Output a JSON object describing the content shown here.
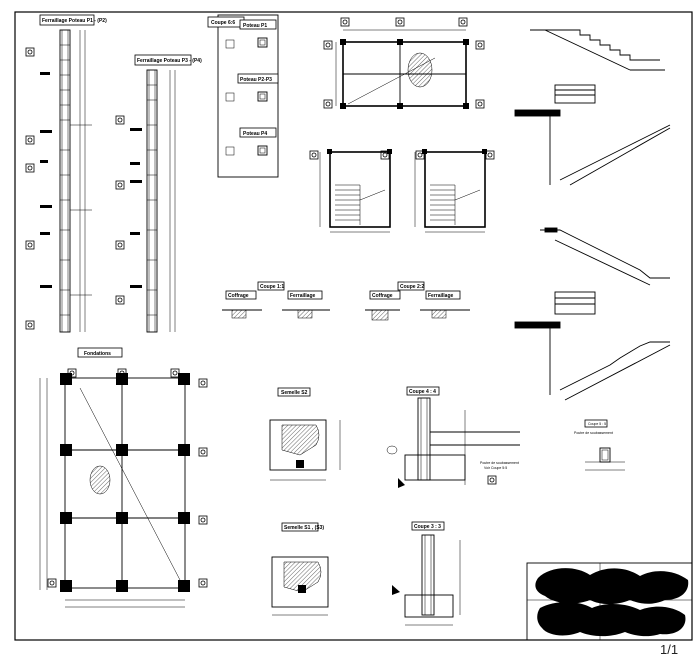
{
  "titles": {
    "poteau_p1_p2": "Ferraillage Poteau P1 - (P2)",
    "poteau_p3_p4": "Ferraillage Poteau P3 - (P4)",
    "coupe_66": "Coupe 6:6",
    "poteau_p1": "Poteau P1",
    "poteau_p2_p3": "Poteau P2-P3",
    "poteau_p4": "Poteau P4",
    "fondations": "Fondations",
    "coupe_11": "Coupe 1:1",
    "coupe_22": "Coupe 2:2",
    "coffrage": "Coffrage",
    "ferraillage": "Ferraillage",
    "semelle_s2": "Semelle S2",
    "semelle_s1": "Semelle S1 , (S3)",
    "coupe_44": "Coupe 4 : 4",
    "coupe_33": "Coupe 3 : 3",
    "coupe_55": "Coupe 5 : 5",
    "poutre_soubassement": "Poutre de soubassement",
    "voir_coupe": "Voir Coupe 5:5"
  },
  "page_number": "1/1"
}
